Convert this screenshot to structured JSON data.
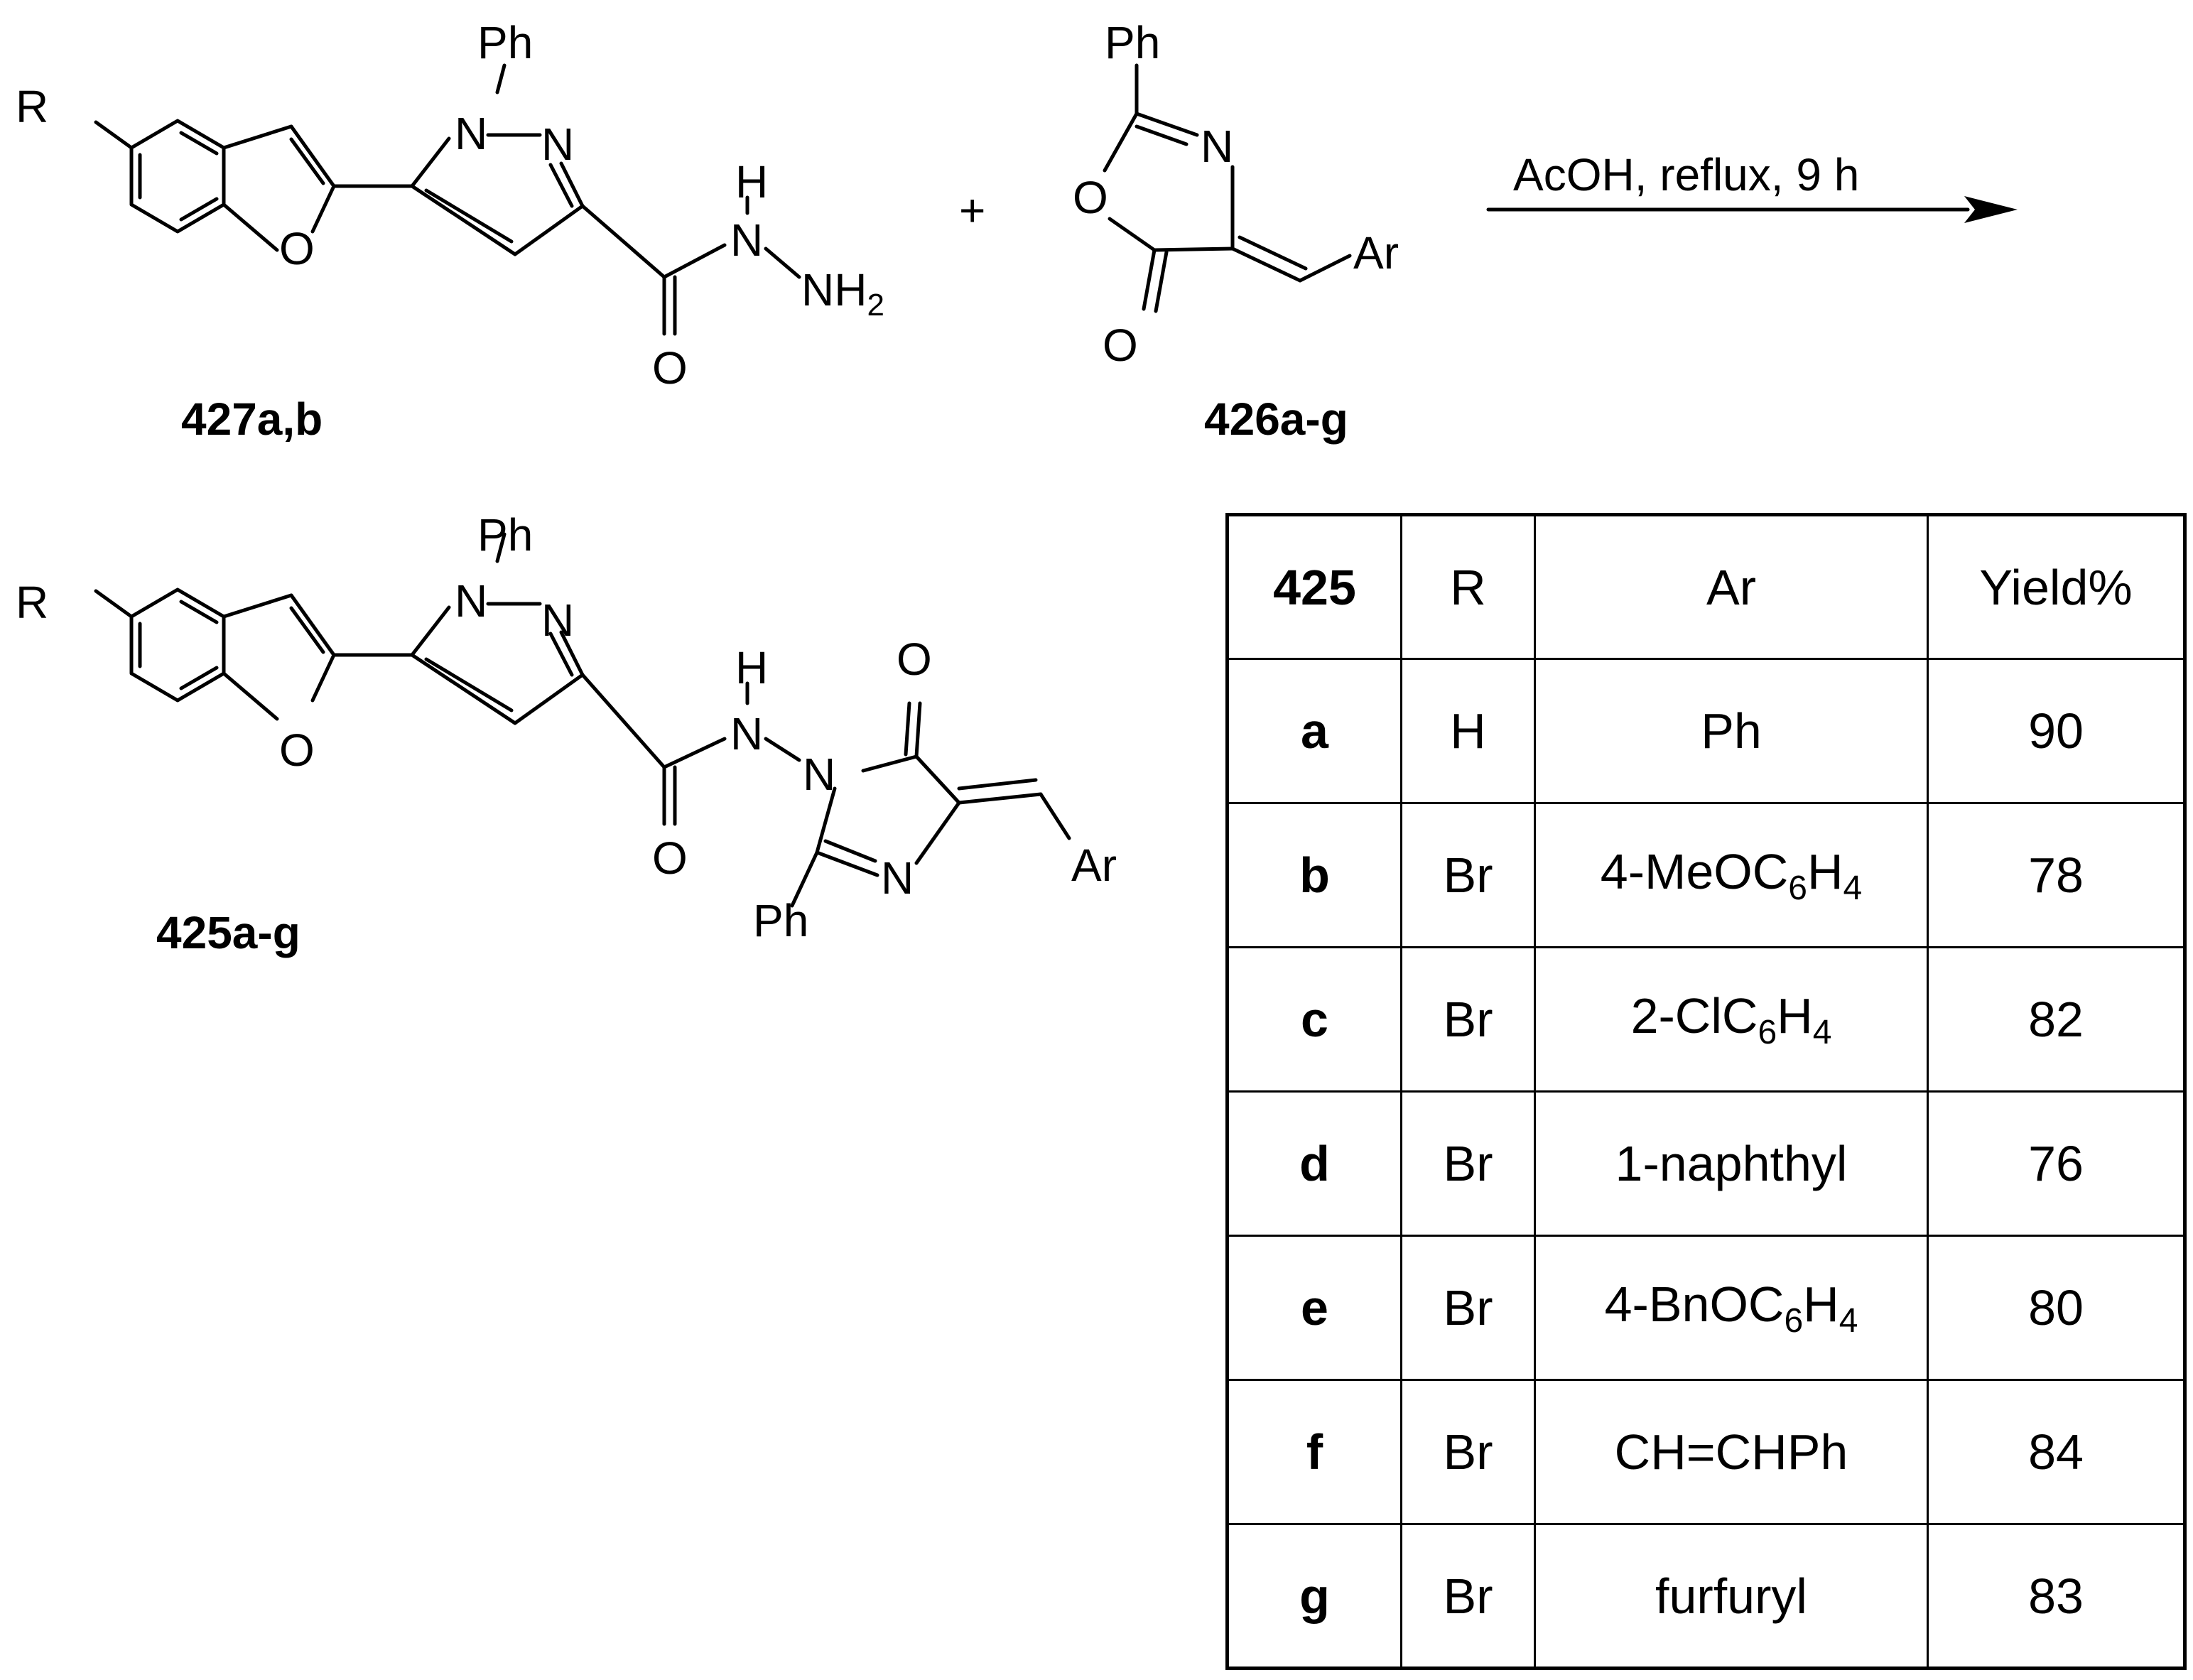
{
  "reactant1": {
    "label": "427a,b",
    "atoms": {
      "r": "R",
      "ph": "Ph",
      "n1": "N",
      "n2": "N",
      "o_furan": "O",
      "h": "H",
      "n_nh": "N",
      "nh2_main": "NH",
      "nh2_sub": "2",
      "o_carbonyl": "O"
    }
  },
  "plus_sign": "+",
  "reactant2": {
    "label": "426a-g",
    "atoms": {
      "ph": "Ph",
      "n": "N",
      "o_ring": "O",
      "o_carbonyl": "O",
      "ar": "Ar"
    }
  },
  "conditions": "AcOH, reflux, 9 h",
  "product": {
    "label": "425a-g",
    "atoms": {
      "r": "R",
      "ph": "Ph",
      "n1": "N",
      "n2": "N",
      "o_furan": "O",
      "h": "H",
      "n_amide": "N",
      "o_amide": "O",
      "n_imid1": "N",
      "o_imid": "O",
      "n_imid3": "N",
      "ph2": "Ph",
      "ar": "Ar"
    }
  },
  "table": {
    "headers": [
      "425",
      "R",
      "Ar",
      "Yield%"
    ],
    "rows": [
      {
        "entry": "a",
        "r": "H",
        "ar_main": "Ph",
        "ar_parts": [],
        "yield": "90"
      },
      {
        "entry": "b",
        "r": "Br",
        "ar_main": "",
        "ar_parts": [
          "4-MeOC",
          "6",
          "H",
          "4"
        ],
        "yield": "78"
      },
      {
        "entry": "c",
        "r": "Br",
        "ar_main": "",
        "ar_parts": [
          "2-ClC",
          "6",
          "H",
          "4"
        ],
        "yield": "82"
      },
      {
        "entry": "d",
        "r": "Br",
        "ar_main": "1-naphthyl",
        "ar_parts": [],
        "yield": "76"
      },
      {
        "entry": "e",
        "r": "Br",
        "ar_main": "",
        "ar_parts": [
          "4-BnOC",
          "6",
          "H",
          "4"
        ],
        "yield": "80"
      },
      {
        "entry": "f",
        "r": "Br",
        "ar_main": "CH=CHPh",
        "ar_parts": [],
        "yield": "84"
      },
      {
        "entry": "g",
        "r": "Br",
        "ar_main": "furfuryl",
        "ar_parts": [],
        "yield": "83"
      }
    ]
  }
}
